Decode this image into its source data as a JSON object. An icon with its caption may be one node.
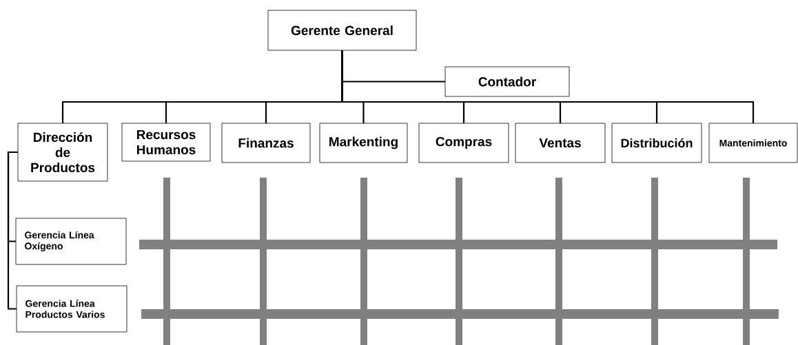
{
  "diagram": {
    "nodes": [
      {
        "text": [
          "Gerente General"
        ]
      },
      {
        "text": [
          "Contador"
        ]
      },
      {
        "text": [
          "Dirección de Productos"
        ]
      },
      {
        "text": [
          "Recursos Humanos"
        ]
      },
      {
        "text": [
          "Finanzas"
        ]
      },
      {
        "text": [
          "Markenting"
        ]
      },
      {
        "text": [
          "Compras"
        ]
      },
      {
        "text": [
          "Ventas"
        ]
      },
      {
        "text": [
          "Distribución"
        ]
      },
      {
        "text": [
          "Mantenimiento"
        ]
      },
      {
        "text": [
          "Gerencia Línea Oxígeno"
        ]
      },
      {
        "text": [
          "Gerencia Línea Productos Varios"
        ]
      }
    ],
    "edges": [
      {
        "from": 0,
        "to": 1,
        "arrow": "none"
      },
      {
        "from": 0,
        "to": 2,
        "arrow": "none"
      },
      {
        "from": 0,
        "to": 3,
        "arrow": "none"
      },
      {
        "from": 0,
        "to": 4,
        "arrow": "none"
      },
      {
        "from": 0,
        "to": 5,
        "arrow": "none"
      },
      {
        "from": 0,
        "to": 6,
        "arrow": "none"
      },
      {
        "from": 0,
        "to": 7,
        "arrow": "none"
      },
      {
        "from": 0,
        "to": 8,
        "arrow": "none"
      },
      {
        "from": 0,
        "to": 9,
        "arrow": "none"
      },
      {
        "from": 2,
        "to": 10,
        "arrow": "none"
      },
      {
        "from": 2,
        "to": 11,
        "arrow": "none"
      }
    ]
  }
}
